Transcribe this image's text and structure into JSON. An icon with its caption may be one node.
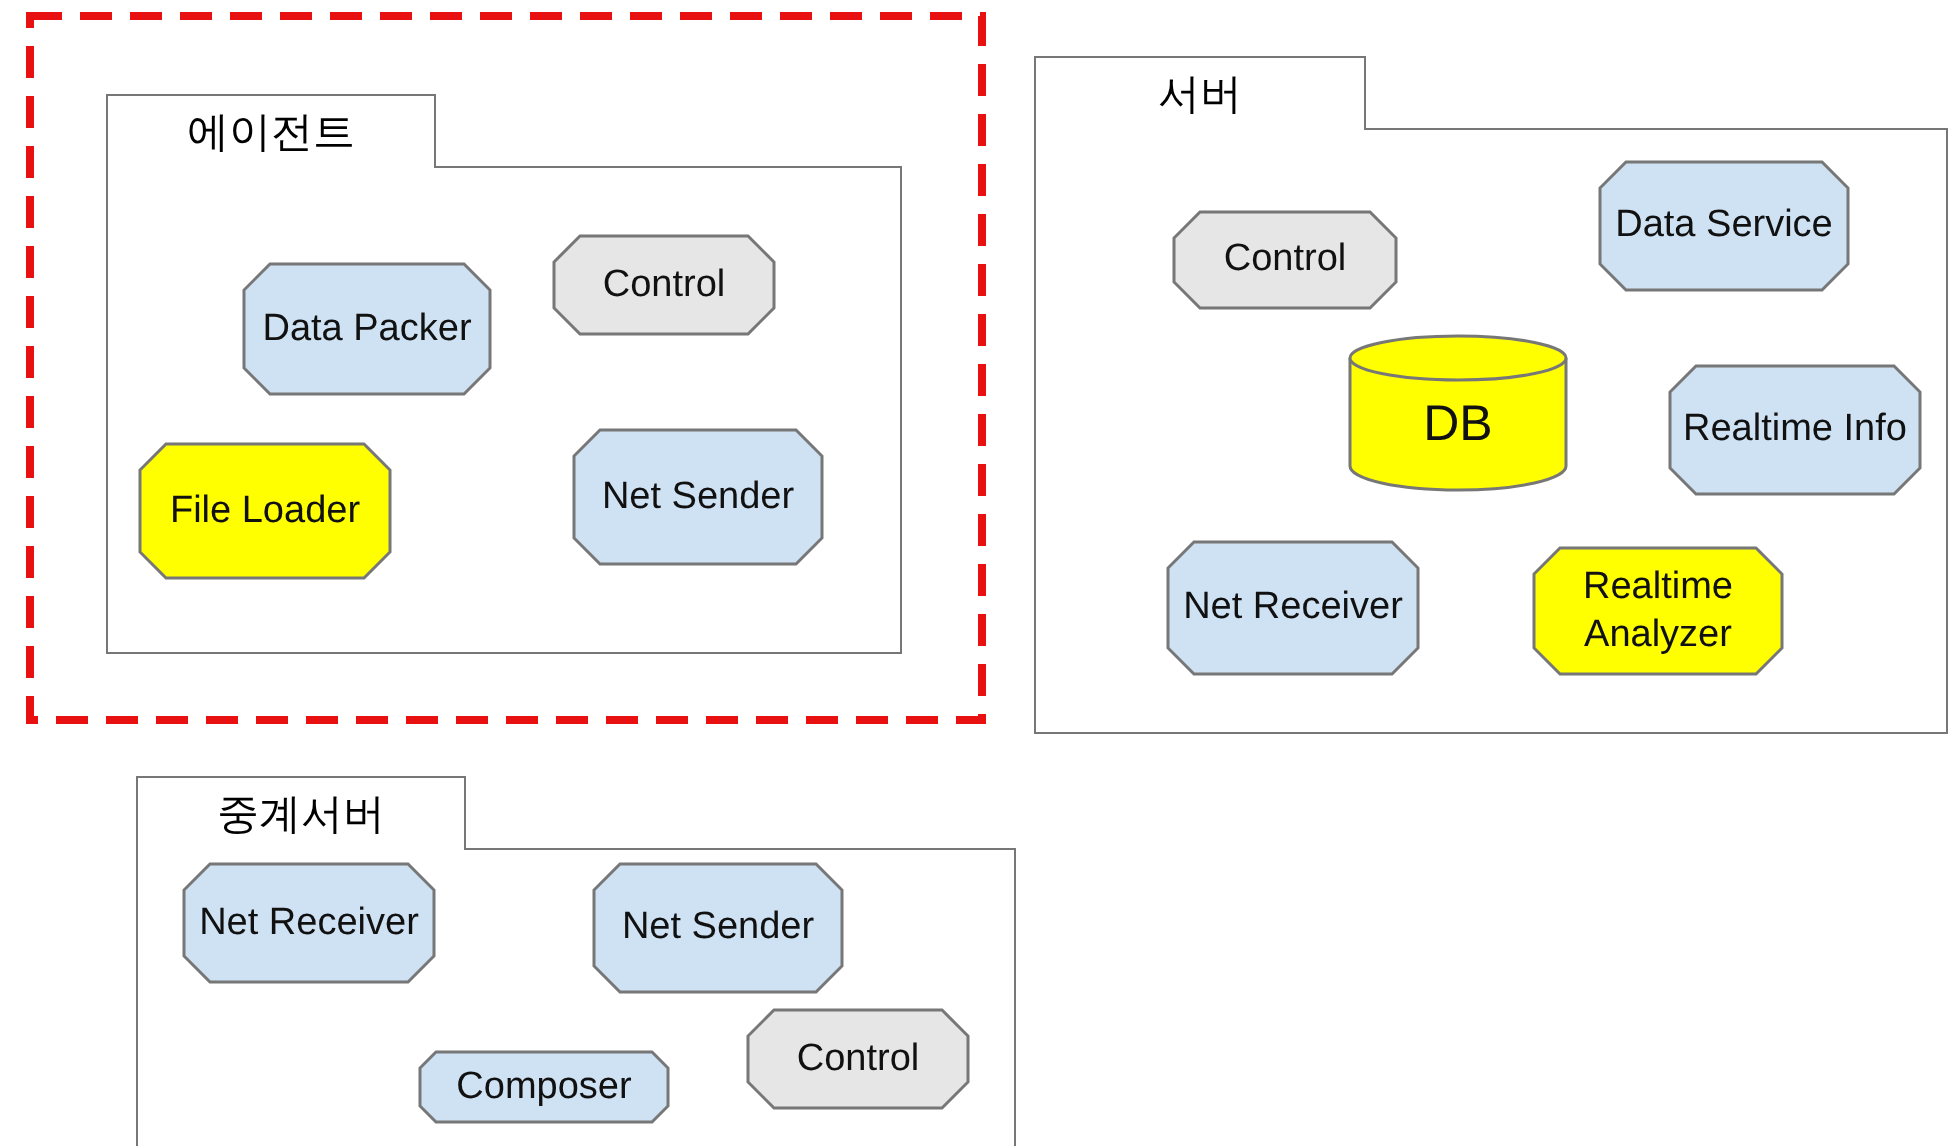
{
  "diagram": {
    "nodes": [
      {
        "text": [
          "에이전트"
        ]
      },
      {
        "text": [
          "Data Packer"
        ],
        "in": 0
      },
      {
        "text": [
          "Control"
        ],
        "in": 0
      },
      {
        "text": [
          "File Loader"
        ],
        "in": 0
      },
      {
        "text": [
          "Net Sender"
        ],
        "in": 0
      },
      {
        "text": [
          "서버"
        ]
      },
      {
        "text": [
          "Control"
        ],
        "in": 5
      },
      {
        "text": [
          "Data Service"
        ],
        "in": 5
      },
      {
        "text": [
          "DB"
        ],
        "in": 5
      },
      {
        "text": [
          "Realtime Info"
        ],
        "in": 5
      },
      {
        "text": [
          "Net Receiver"
        ],
        "in": 5
      },
      {
        "text": [
          "Realtime Analyzer"
        ],
        "in": 5
      },
      {
        "text": [
          "중계서버"
        ]
      },
      {
        "text": [
          "Net Receiver"
        ],
        "in": 12
      },
      {
        "text": [
          "Net Sender"
        ],
        "in": 12
      },
      {
        "text": [
          "Composer"
        ],
        "in": 12
      },
      {
        "text": [
          "Control"
        ],
        "in": 12
      }
    ]
  }
}
